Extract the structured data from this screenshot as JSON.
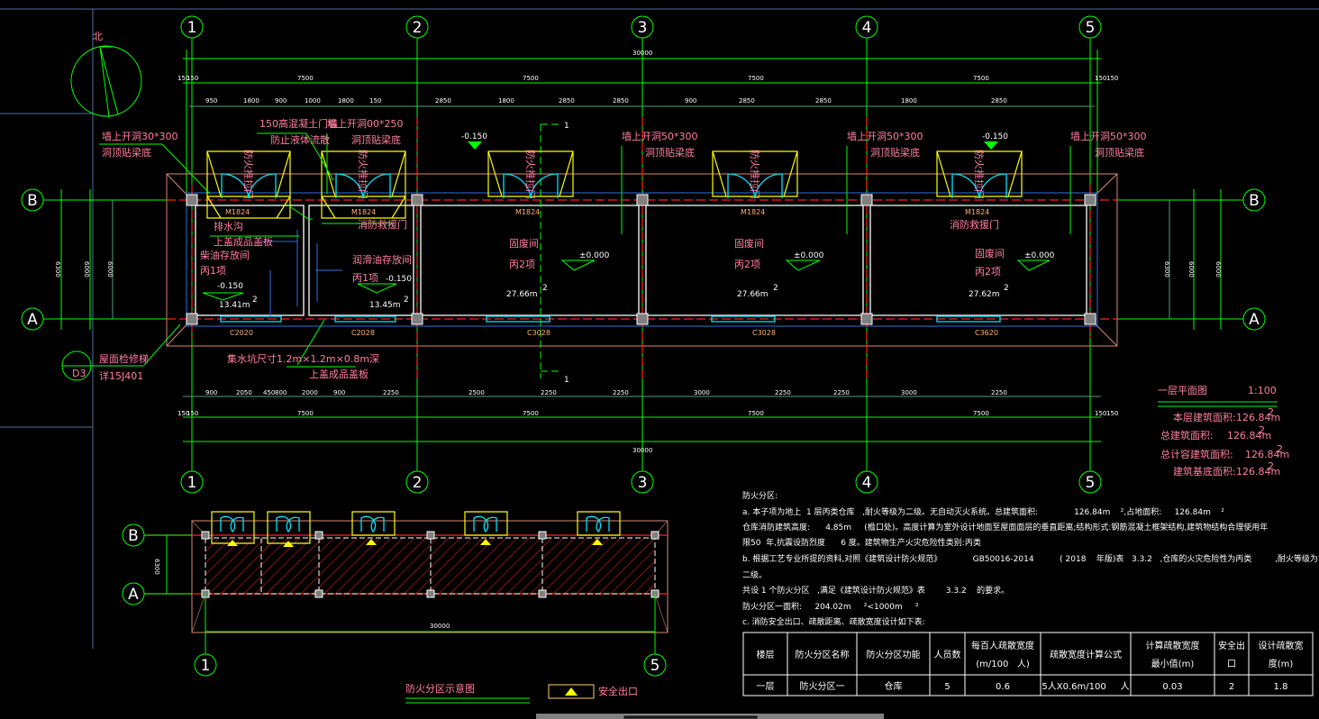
{
  "north": "北",
  "axes": {
    "cols": [
      "1",
      "2",
      "3",
      "4",
      "5"
    ],
    "rows": [
      "B",
      "A"
    ]
  },
  "dimensions": {
    "top_overall": "30000",
    "top_axis": [
      "150",
      "150",
      "7500",
      "7500",
      "7500",
      "7500",
      "150",
      "150"
    ],
    "top_sub": [
      "950",
      "1800",
      "900",
      "1000",
      "1800",
      "150",
      "2850",
      "1800",
      "2850",
      "2850",
      "900",
      "2850",
      "2850",
      "1800",
      "2850"
    ],
    "bottom_sub": [
      "900",
      "2050",
      "450",
      "800",
      "2000",
      "900",
      "2250",
      "2500",
      "2250",
      "2250",
      "3000",
      "2250",
      "2250",
      "3000",
      "2250"
    ],
    "bottom_axis": [
      "150",
      "150",
      "7500",
      "7500",
      "7500",
      "7500",
      "150",
      "150"
    ],
    "bottom_overall": "30000",
    "left": [
      "6300",
      "6000",
      "6000"
    ],
    "right": [
      "6300",
      "6000",
      "6000"
    ]
  },
  "plan": {
    "notes": {
      "opening_left": "墙上开洞30*300",
      "beam_bottom": "洞顶贴梁底",
      "threshold": "150高混凝土门槛",
      "no_spill": "防止液体流散",
      "opening_2": "墙上开洞00*250",
      "opening_3": "墙上开洞50*300",
      "opening_4": "墙上开洞50*300",
      "opening_5": "墙上开洞50*300",
      "door_vertical": "防火推拉门",
      "door_code": "M1824",
      "rescue_door": "消防救援门",
      "drain": "排水沟",
      "cover": "上盖成品盖板",
      "sump": "集水坑尺寸1.2m×1.2m×0.8m深",
      "roof_ladder": "屋面检修梯",
      "ladder_ref": "详15J401",
      "ladder_tag": "D3",
      "section_mark": "1"
    },
    "elev_top": "-0.150",
    "rooms": [
      {
        "name": "柴油存放间",
        "class": "丙1项",
        "elev": "-0.150",
        "area": "13.41m",
        "sup": "2"
      },
      {
        "name": "润滑油存放间",
        "class": "丙1项",
        "elev": "-0.150",
        "area": "13.45m",
        "sup": "2"
      },
      {
        "name": "固废间",
        "class": "丙2项",
        "elev": "±0.000",
        "area": "27.66m",
        "sup": "2"
      },
      {
        "name": "固废间",
        "class": "丙2项",
        "elev": "±0.000",
        "area": "27.66m",
        "sup": "2"
      },
      {
        "name": "固废间",
        "class": "丙2项",
        "elev": "±0.000",
        "area": "27.62m",
        "sup": "2"
      }
    ],
    "windows": [
      "C2020",
      "C2028",
      "C3028",
      "C3028",
      "C3620"
    ]
  },
  "plan_title": {
    "title": "一层平面图",
    "scale": "1:100",
    "rows": [
      {
        "label": "本层建筑面积:",
        "value": "126.84m",
        "sup": "2"
      },
      {
        "label": "总建筑面积:",
        "value": "126.84m",
        "sup": "2"
      },
      {
        "label": "总计容建筑面积:",
        "value": "126.84m",
        "sup": "2"
      },
      {
        "label": "建筑基底面积:",
        "value": "126.84m",
        "sup": "2"
      }
    ]
  },
  "fire_notes": [
    "防火分区:",
    "a. 本子项为地上  1 层丙类仓库   ,耐火等级为二级。无自动灭火系统。总建筑面积:              126.84m    ²,占地面积:     126.84m    ²",
    "仓库消防建筑高度:      4.85m     (檐口处)。高度计算为室外设计地面至屋面面层的垂直距离;结构形式:钢筋混凝土框架结构,建筑物结构合理使用年",
    "限50  年,抗震设防烈度      6 度。建筑物生产火灾危险性类别:丙类",
    "b. 根据工艺专业所提的资料,对照《建筑设计防火规范》            GB50016-2014          ( 2018    年版)表   3.3.2   ,仓库的火灾危险性为丙类         ,耐火等级为",
    "二级。",
    "共设 1 个防火分区   ,满足《建筑设计防火规范》表        3.3.2    的要求。",
    "防火分区一面积:     204.02m     ²<1000m     ²",
    "c. 消防安全出口、疏散距离、疏散宽度设计如下表:"
  ],
  "table": {
    "headers": [
      [
        "楼层"
      ],
      [
        "防火分区名称"
      ],
      [
        "防火分区功能"
      ],
      [
        "人员数"
      ],
      [
        "每百人疏散宽度",
        "(m/100   人)"
      ],
      [
        "疏散宽度计算公式"
      ],
      [
        "计算疏散宽度",
        "最小值(m)"
      ],
      [
        "安全出",
        "口"
      ],
      [
        "设计疏散宽",
        "度(m)"
      ]
    ],
    "rows": [
      [
        "一层",
        "防火分区一",
        "仓库",
        "5",
        "0.6",
        "5人X0.6m/100     人",
        "0.03",
        "2",
        "1.8"
      ]
    ]
  },
  "mini": {
    "title": "防火分区示意图",
    "dim": "30000",
    "dim_left": "6300",
    "legend": "安全出口",
    "hatch_color": "#ff2020",
    "exit_color": "#ffff00"
  }
}
